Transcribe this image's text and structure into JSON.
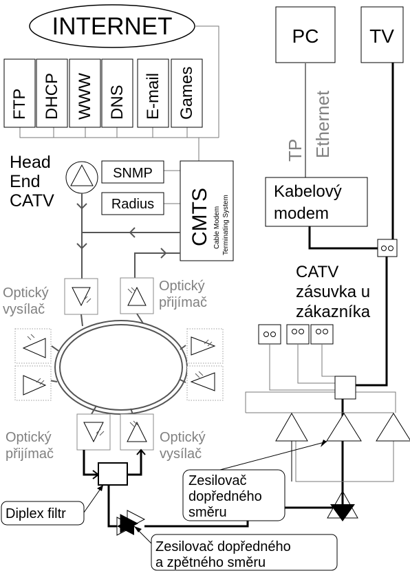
{
  "internet": "INTERNET",
  "services": [
    "FTP",
    "DHCP",
    "WWW",
    "DNS",
    "E-mail",
    "Games"
  ],
  "headend": [
    "Head",
    "End",
    "CATV"
  ],
  "snmp": "SNMP",
  "radius": "Radius",
  "cmts": {
    "title": "CMTS",
    "sub1": "Cable Modem",
    "sub2": "Terminating System"
  },
  "pc": "PC",
  "tv": "TV",
  "ethernet": "Ethernet",
  "tp": "TP",
  "modem": [
    "Kabelový",
    "modem"
  ],
  "catv_socket": [
    "CATV",
    "zásuvka u",
    "zákazníka"
  ],
  "opticky": "Optický",
  "vysilac": "vysílač",
  "prijimac": "přijímač",
  "diplex": "Diplex filtr",
  "amp_forward": [
    "Zesilovač",
    "dopředného",
    "směru"
  ],
  "amp_both": [
    "Zesilovač dopředného",
    "a zpětného směru"
  ],
  "colors": {
    "gray_text": "#808080",
    "line": "#000000",
    "thin_line": "#707070",
    "dotted": "#9a9a9a"
  }
}
